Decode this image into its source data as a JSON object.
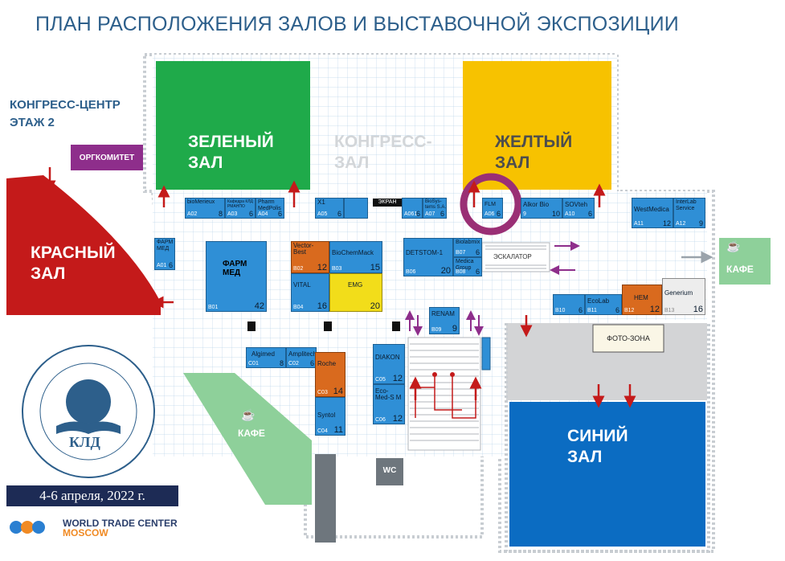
{
  "title": "ПЛАН РАСПОЛОЖЕНИЯ ЗАЛОВ И ВЫСТАВОЧНОЙ ЭКСПОЗИЦИИ",
  "venue": {
    "line1": "КОНГРЕСС-ЦЕНТР",
    "line2": "ЭТАЖ 2"
  },
  "organizing_committee": "ОРГКОМИТЕТ",
  "halls": {
    "green": {
      "line1": "ЗЕЛЕНЫЙ",
      "line2": "ЗАЛ",
      "color": "#1faa4a"
    },
    "congress": {
      "line1": "КОНГРЕСС-",
      "line2": "ЗАЛ",
      "color": "#d9dcdf"
    },
    "yellow": {
      "line1": "ЖЕЛТЫЙ",
      "line2": "ЗАЛ",
      "color": "#f7c200"
    },
    "red": {
      "line1": "КРАСНЫЙ",
      "line2": "ЗАЛ",
      "color": "#c41a1a"
    },
    "blue": {
      "line1": "СИНИЙ",
      "line2": "ЗАЛ",
      "color": "#0b6cc2"
    }
  },
  "cafes": {
    "right": "КАФЕ",
    "left": "КАФЕ"
  },
  "labels": {
    "screen": "ЭКРАН",
    "escalator": "ЭСКАЛАТОР",
    "photo_zone": "ФОТО-ЗОНА",
    "wc": "WC"
  },
  "booths": {
    "a01": {
      "name1": "ФАРМ",
      "name2": "МЕД",
      "code": "A01",
      "area": "6"
    },
    "a02": {
      "name": "bioMerieux",
      "code": "A02",
      "area": "8"
    },
    "a03": {
      "name": "Кафедра КЛД РМАНПО",
      "code": "A03",
      "area": "6"
    },
    "a04": {
      "name1": "Pharm",
      "name2": "MedPolis",
      "code": "A04",
      "area": "6"
    },
    "a05": {
      "name": "X1",
      "code": "A05",
      "area": "6"
    },
    "a06": {
      "name": "FLM",
      "code": "A06",
      "area": "6"
    },
    "a09": {
      "name": "Alkor Bio",
      "code": "9",
      "area": "10"
    },
    "a10": {
      "name": "SOVteh",
      "code": "A10",
      "area": "6"
    },
    "a11": {
      "name": "WestMedica",
      "code": "A11",
      "area": "12"
    },
    "a12": {
      "name1": "InterLab",
      "name2": "Service",
      "code": "A12",
      "area": "9"
    },
    "b01": {
      "name1": "ФАРМ",
      "name2": "МЕД",
      "code": "B01",
      "area": "42"
    },
    "b02": {
      "name1": "Vector-",
      "name2": "Best",
      "code": "B02",
      "area": "12"
    },
    "b03": {
      "name": "BioChemMack",
      "code": "B03",
      "area": "15"
    },
    "b04": {
      "name": "VITAL",
      "code": "B04",
      "area": "16"
    },
    "b05": {
      "name": "EMG",
      "area": "20"
    },
    "b06": {
      "name": "DETSTOM-1",
      "code": "B06",
      "area": "20"
    },
    "b07": {
      "name": "Biolabmix",
      "code": "B07",
      "area": "6"
    },
    "b08": {
      "name1": "Medica",
      "name2": "Group",
      "code": "B08",
      "area": "6"
    },
    "b09": {
      "name": "RENAM",
      "code": "B09",
      "area": "9"
    },
    "b10": {
      "code": "B10",
      "area": "6"
    },
    "b11": {
      "name": "EcoLab",
      "code": "B11",
      "area": "6"
    },
    "b12": {
      "name": "HEM",
      "code": "B12",
      "area": "12"
    },
    "b13": {
      "name": "Generium",
      "code": "B13",
      "area": "16"
    },
    "c01": {
      "name": "Algimed",
      "code": "C01",
      "area": "8"
    },
    "c02": {
      "name": "Amplitech",
      "code": "C02",
      "area": "6"
    },
    "c03": {
      "name": "Roche",
      "code": "C03",
      "area": "14"
    },
    "c04": {
      "name": "Syntol",
      "code": "C04",
      "area": "11"
    },
    "c05": {
      "name": "DIAKON",
      "code": "C05",
      "area": "12"
    },
    "c06": {
      "name1": "Eco-",
      "name2": "Med-S M",
      "code": "C06",
      "area": "12"
    },
    "a07": {
      "name": "BioSys-tems S.A.",
      "code": "A07",
      "area": "6"
    },
    "a061": {
      "code": "A061",
      "area": "6"
    }
  },
  "event_date": "4-6 апреля, 2022 г.",
  "wtc": {
    "line1": "WORLD TRADE CENTER",
    "line2": "MOSCOW"
  },
  "logo_text": {
    "center": "КЛД"
  }
}
